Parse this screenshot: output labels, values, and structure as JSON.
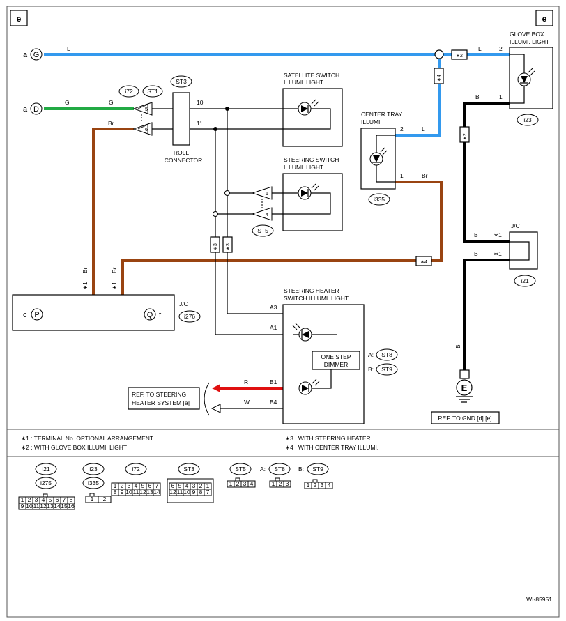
{
  "page": {
    "e_left": "e",
    "e_right": "e",
    "doc_id": "WI-85951"
  },
  "wires": {
    "L": "L",
    "G": "G",
    "Br": "Br",
    "B": "B",
    "R": "R",
    "W": "W"
  },
  "ports": {
    "a": "a",
    "G": "G",
    "D": "D",
    "c": "c",
    "P": "P",
    "Q": "Q",
    "f": "f",
    "E": "E"
  },
  "components": {
    "glove_box_1": "GLOVE BOX",
    "glove_box_2": "ILLUMI. LIGHT",
    "satellite_1": "SATELLITE SWITCH",
    "satellite_2": "ILLUMI. LIGHT",
    "center_tray_1": "CENTER TRAY",
    "center_tray_2": "ILLUMI.",
    "steering_switch_1": "STEERING SWITCH",
    "steering_switch_2": "ILLUMI. LIGHT",
    "roll_1": "ROLL",
    "roll_2": "CONNECTOR",
    "heater_switch_1": "STEERING HEATER",
    "heater_switch_2": "SWITCH ILLUMI. LIGHT",
    "jc": "J/C",
    "dimmer_1": "ONE STEP",
    "dimmer_2": "DIMMER",
    "ref_heater_1": "REF. TO STEERING",
    "ref_heater_2": "HEATER SYSTEM [a]",
    "ref_gnd": "REF. TO GND [d] [e]"
  },
  "connectors": {
    "i72": "i72",
    "ST1": "ST1",
    "ST3": "ST3",
    "ST5": "ST5",
    "i23": "i23",
    "i335": "i335",
    "i21": "i21",
    "i276": "i276",
    "ST8": "ST8",
    "ST9": "ST9",
    "A_prefix": "A:",
    "B_prefix": "B:"
  },
  "pins": {
    "p1": "1",
    "p2": "2",
    "p4": "4",
    "p5": "5",
    "p6": "6",
    "p10": "10",
    "p11": "11",
    "A3": "A3",
    "A1": "A1",
    "B1": "B1",
    "B4": "B4"
  },
  "marks": {
    "s1": "∗1",
    "s2": "∗2",
    "s3": "∗3",
    "s4": "∗4"
  },
  "legend": {
    "n1": "∗1  : TERMINAL No. OPTIONAL ARRANGEMENT",
    "n2": "∗2  : WITH GLOVE BOX ILLUMI. LIGHT",
    "n3": "∗3  : WITH STEERING HEATER",
    "n4": "∗4  : WITH CENTER TRAY ILLUMI."
  },
  "connector_views": {
    "i21": "i21",
    "i275": "i275",
    "i23": "i23",
    "i335": "i335",
    "i72": "i72",
    "ST3": "ST3",
    "ST5": "ST5",
    "ST8": "ST8",
    "ST9": "ST9",
    "A_prefix": "A:",
    "B_prefix": "B:",
    "grid_i21_row1": [
      "1",
      "2",
      "3",
      "4",
      "5",
      "6",
      "7",
      "8"
    ],
    "grid_i21_row2": [
      "9",
      "10",
      "11",
      "12",
      "13",
      "14",
      "15",
      "16"
    ],
    "grid_i23_row1": [
      "1",
      "2"
    ],
    "grid_i72_row1": [
      "1",
      "2",
      "3",
      "4",
      "5",
      "6",
      "7"
    ],
    "grid_i72_row2": [
      "8",
      "9",
      "10",
      "11",
      "12",
      "13",
      "14"
    ],
    "grid_st3_row1": [
      "6",
      "5",
      "4",
      "3",
      "2",
      "1"
    ],
    "grid_st3_row2": [
      "12",
      "11",
      "10",
      "9",
      "8",
      "7"
    ],
    "grid_st5_row1": [
      "1",
      "2",
      "3",
      "4"
    ],
    "grid_st8_row1": [
      "1",
      "2",
      "3"
    ],
    "grid_st9_row1": [
      "1",
      "2",
      "3",
      "4"
    ]
  }
}
